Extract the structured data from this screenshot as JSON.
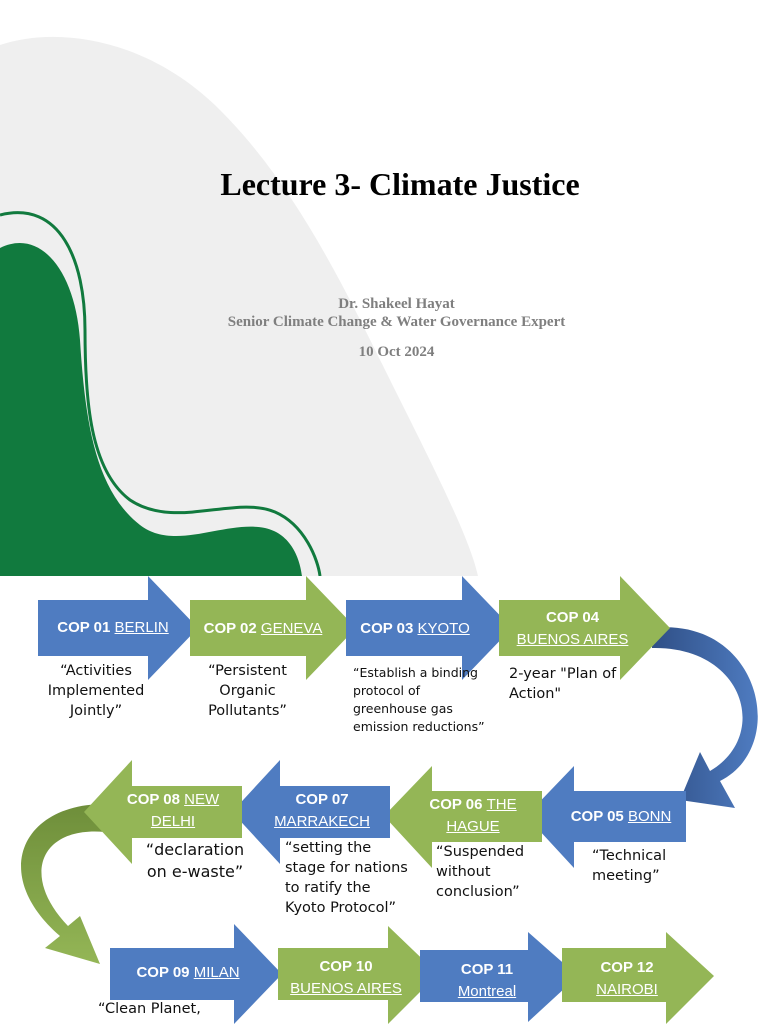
{
  "slide": {
    "title": "Lecture 3- Climate Justice",
    "author": "Dr. Shakeel Hayat",
    "role": "Senior Climate Change & Water Governance Expert",
    "date": "10 Oct 2024"
  },
  "colors": {
    "blue": "#4F7CC1",
    "green": "#94B656",
    "dark_green": "#117A3E",
    "light_gray": "#EFEFEF"
  },
  "cops": [
    {
      "label": "COP 01",
      "city": "BERLIN",
      "note": "“Activities Implemented Jointly”"
    },
    {
      "label": "COP 02",
      "city": "GENEVA",
      "note": "“Persistent Organic Pollutants”"
    },
    {
      "label": "COP 03",
      "city": "KYOTO",
      "note": "“Establish a binding protocol of greenhouse gas emission reductions”"
    },
    {
      "label": "COP 04",
      "city": "BUENOS AIRES",
      "note": "2-year \"Plan of Action\""
    },
    {
      "label": "COP 05",
      "city": "BONN",
      "note": "“Technical meeting”"
    },
    {
      "label": "COP 06",
      "city": "THE HAGUE",
      "note": "“Suspended without conclusion”"
    },
    {
      "label": "COP 07",
      "city": "MARRAKECH",
      "note": "“setting the stage for nations to ratify the Kyoto Protocol”"
    },
    {
      "label": "COP 08",
      "city": "NEW DELHI",
      "note": "“declaration on e-waste”"
    },
    {
      "label": "COP 09",
      "city": "MILAN",
      "note": "“Clean Planet,"
    },
    {
      "label": "COP 10",
      "city": "BUENOS AIRES",
      "note": ""
    },
    {
      "label": "COP 11",
      "city": "Montreal",
      "note": ""
    },
    {
      "label": "COP 12",
      "city": "NAIROBI",
      "note": ""
    }
  ]
}
